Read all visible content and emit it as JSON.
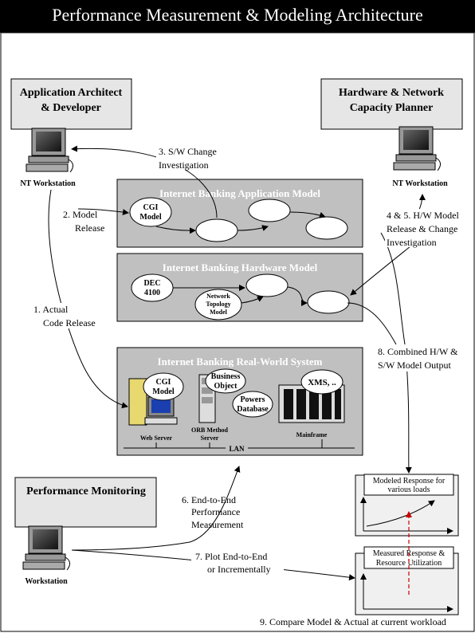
{
  "title": "Performance Measurement & Modeling Architecture",
  "roles": {
    "architect_line1": "Application Architect",
    "architect_line2": "& Developer",
    "planner_line1": "Hardware & Network",
    "planner_line2": "Capacity Planner",
    "monitoring": "Performance Monitoring"
  },
  "workstations": {
    "left": "NT Workstation",
    "right": "NT Workstation",
    "bottom": "Workstation"
  },
  "app_model": {
    "title": "Internet Banking Application Model",
    "cgi_line1": "CGI",
    "cgi_line2": "Model"
  },
  "hw_model": {
    "title": "Internet Banking Hardware Model",
    "dec_line1": "DEC",
    "dec_line2": "4100",
    "net_line1": "Network",
    "net_line2": "Topology",
    "net_line3": "Model"
  },
  "real_system": {
    "title": "Internet Banking Real-World System",
    "cgi_line1": "CGI",
    "cgi_line2": "Model",
    "bo_line1": "Business",
    "bo_line2": "Object",
    "powers_line1": "Powers",
    "powers_line2": "Database",
    "xms": "XMS, ..",
    "web_server": "Web Server",
    "orb_line1": "ORB Method",
    "orb_line2": "Server",
    "mainframe": "Mainframe",
    "lan": "LAN"
  },
  "steps": {
    "s1_line1": "1. Actual",
    "s1_line2": "Code Release",
    "s2_line1": "2. Model",
    "s2_line2": "Release",
    "s3_line1": "3. S/W Change",
    "s3_line2": "Investigation",
    "s45_line1": "4 & 5. H/W Model",
    "s45_line2": "Release &  Change",
    "s45_line3": "Investigation",
    "s6_line1": "6. End-to-End",
    "s6_line2": "Performance",
    "s6_line3": "Measurement",
    "s7_line1": "7. Plot End-to-End",
    "s7_line2": "or Incrementally",
    "s8_line1": "8. Combined H/W &",
    "s8_line2": "S/W Model Output",
    "s9": "9. Compare Model & Actual at current workload"
  },
  "graphs": {
    "modeled_line1": "Modeled Response for",
    "modeled_line2": "various loads",
    "measured_line1": "Measured Response &",
    "measured_line2": "Resource Utilization"
  },
  "colors": {
    "panel_gray": "#c0c0c0",
    "role_gray": "#e6e6e6",
    "compare_arrow": "#cc0000"
  }
}
